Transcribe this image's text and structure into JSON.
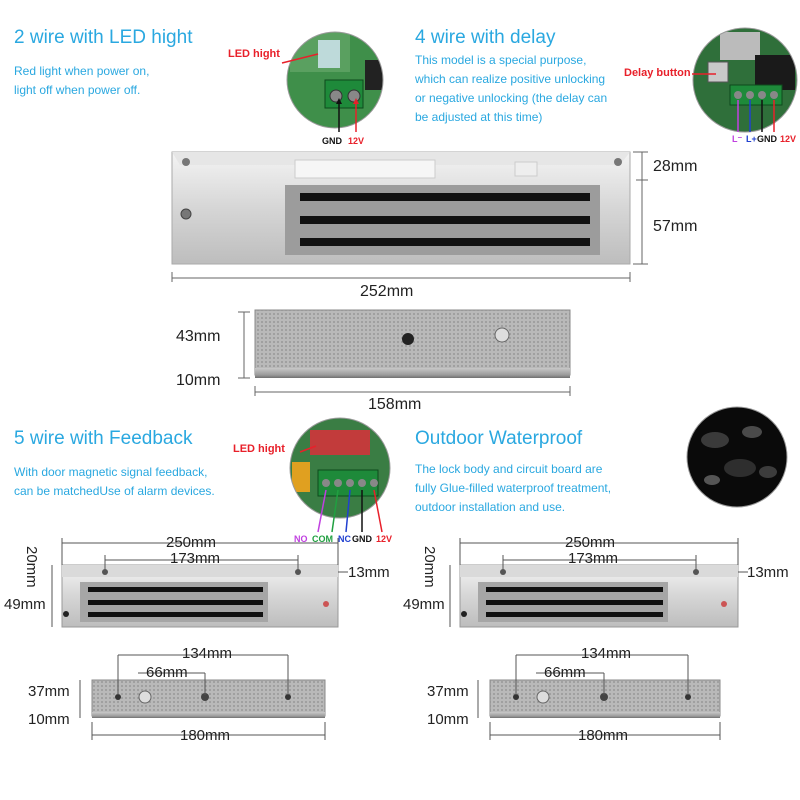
{
  "sections": {
    "two_wire": {
      "title": "2 wire with LED hight",
      "desc_lines": [
        "Red light when power on,",
        "light off when power off."
      ],
      "led_label": "LED hight",
      "gnd": "GND",
      "v12": "12V"
    },
    "four_wire": {
      "title": "4 wire with delay",
      "desc_lines": [
        "This model is a special purpose,",
        "which can realize positive unlocking",
        "or negative unlocking (the delay can",
        "be adjusted at this time)"
      ],
      "delay_label": "Delay button",
      "l_minus": "L⁻",
      "l_plus": "L+",
      "gnd": "GND",
      "v12": "12V"
    },
    "five_wire": {
      "title": "5 wire with Feedback",
      "desc_lines": [
        "With door magnetic signal feedback,",
        "can be matchedUse of alarm devices."
      ],
      "led_label": "LED hight",
      "no": "NO",
      "com": "COM",
      "nc": "NC",
      "gnd": "GND",
      "v12": "12V"
    },
    "outdoor": {
      "title": "Outdoor Waterproof",
      "desc_lines": [
        "The lock body and circuit board are",
        "fully Glue-filled waterproof treatment,",
        "outdoor installation and use."
      ]
    }
  },
  "main_dims": {
    "height_top": "28mm",
    "height_body": "57mm",
    "length": "252mm",
    "plate_width": "43mm",
    "plate_thickness": "10mm",
    "plate_length": "158mm"
  },
  "small_dims": {
    "length": "250mm",
    "hole_spacing": "173mm",
    "end_offset": "13mm",
    "height_top": "20mm",
    "height_body": "49mm",
    "plate_length": "180mm",
    "plate_hole_outer": "134mm",
    "plate_hole_inner": "66mm",
    "plate_width": "37mm",
    "plate_thickness": "10mm"
  },
  "colors": {
    "title_blue": "#2aa8e0",
    "red": "#e8202a",
    "purple": "#c040e0",
    "green": "#20a040",
    "blue": "#2040d0",
    "pcb_green": "#2f8a3a"
  }
}
